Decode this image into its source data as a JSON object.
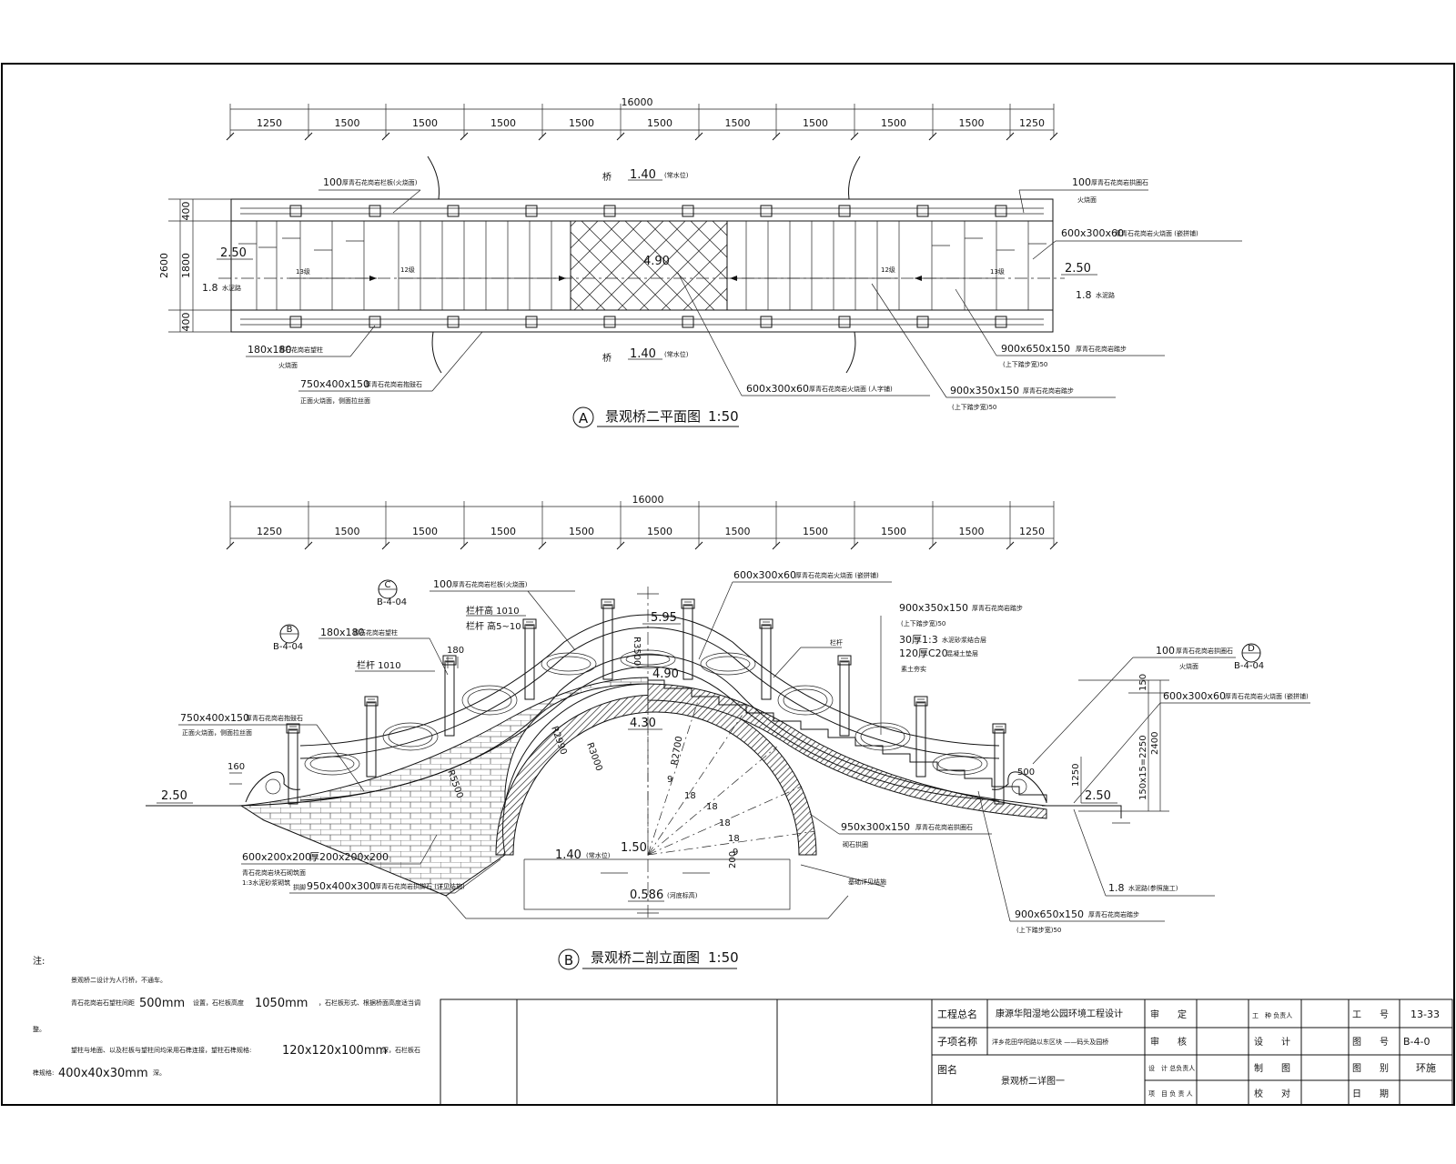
{
  "plan": {
    "overall_dim": "16000",
    "segment_dims": [
      "1250",
      "1500",
      "1500",
      "1500",
      "1500",
      "1500",
      "1500",
      "1500",
      "1500",
      "1500",
      "1250"
    ],
    "width_dims": [
      "400",
      "1800",
      "400"
    ],
    "total_width": "2600",
    "elev_top": "1.40",
    "elev_top_note": "(常水位)",
    "elev_bottom": "1.40",
    "elev_bottom_note": "(常水位)",
    "water_side_top": "桥",
    "water_side_bottom": "桥",
    "elev_left": "2.50",
    "elev_right": "2.50",
    "elev_center": "4.90",
    "left_road": "1.8",
    "left_road_note": "水泥路",
    "right_road": "1.8",
    "right_road_note": "水泥路",
    "steps": [
      "13级",
      "12级",
      "12级",
      "13级"
    ],
    "callouts": {
      "c1": "100",
      "c1_note": "厚青石花岗岩栏板(火烧面)",
      "c2": "100",
      "c2_note": "厚青石花岗岩拱圈石",
      "c2_sub": "火烧面",
      "c3": "600x300x60",
      "c3_note": "厚青石花岗岩火烧面 (嵌拼铺)",
      "c4": "180x180",
      "c4_note": "青石花岗岩望柱",
      "c4_sub": "火烧面",
      "c5": "750x400x150",
      "c5_note": "厚青石花岗岩抱鼓石",
      "c5_sub": "正面火烧面，侧面拉丝面",
      "c6": "900x650x150",
      "c6_note": "厚青石花岗岩踏步",
      "c6_sub": "(上下踏步宽)50",
      "c7": "600x300x60",
      "c7_note": "厚青石花岗岩火烧面 (人字铺)",
      "c8": "900x350x150",
      "c8_note": "厚青石花岗岩踏步",
      "c8_sub": "(上下踏步宽)50"
    },
    "title_letter": "A",
    "title": "景观桥二平面图",
    "scale": "1:50"
  },
  "elevation": {
    "overall_dim": "16000",
    "segment_dims": [
      "1250",
      "1500",
      "1500",
      "1500",
      "1500",
      "1500",
      "1500",
      "1500",
      "1500",
      "1500",
      "1250"
    ],
    "ref_c": "C",
    "ref_c_sheet": "B-4-04",
    "ref_b": "B",
    "ref_b_sheet": "B-4-04",
    "ref_d": "D",
    "ref_d_sheet": "B-4-04",
    "elev_top": "5.95",
    "elev_deck": "4.90",
    "elev_arch": "4.30",
    "elev_left": "2.50",
    "elev_right": "2.50",
    "elev_water": "1.40",
    "elev_water_note": "(常水位)",
    "elev_center": "1.50",
    "elev_bottom": "0.586",
    "elev_bottom_note": "(河底标高)",
    "radii": [
      "R3500",
      "R3000",
      "R2700",
      "R2990",
      "R5500",
      "R3000"
    ],
    "arch_segments": [
      "9",
      "18",
      "18",
      "18",
      "18",
      "9"
    ],
    "dims_right": [
      "150",
      "150x15=2250",
      "2400",
      "1250",
      "500"
    ],
    "dim_post": "180",
    "dim_drum": "160",
    "dim_200": "200",
    "callouts": {
      "c1": "100",
      "c1_note": "厚青石花岗岩栏板(火烧面)",
      "c2": "600x300x60",
      "c2_note": "厚青石花岗岩火烧面 (嵌拼铺)",
      "c3": "180x180",
      "c3_note": "青石花岗岩望柱",
      "c4_a": "栏杆高 1010",
      "c4_b": "栏杆 高5~10",
      "c5": "栏杆 1010",
      "c6": "750x400x150",
      "c6_note": "厚青石花岗岩抱鼓石",
      "c6_sub": "正面火烧面，侧面拉丝面",
      "c7": "900x350x150",
      "c7_note": "厚青石花岗岩踏步",
      "c7_sub": "(上下踏步宽)50",
      "c8": "30厚1:3",
      "c8_note": "水泥砂浆结合层",
      "c9": "120厚C20",
      "c9_note": "混凝土垫层",
      "c9_sub": "素土夯实",
      "c10": "栏杆",
      "c11": "100",
      "c11_note": "厚青石花岗岩拱圈石",
      "c11_sub": "火烧面",
      "c12": "600x300x60",
      "c12_note": "厚青石花岗岩火烧面 (嵌拼铺)",
      "c13": "950x300x150",
      "c13_note": "厚青石花岗岩拱圈石",
      "c13_sub": "砌石拱圈",
      "c14": "基础详见结施",
      "c15": "1.8",
      "c15_note": "水泥路(参照施工)",
      "c16": "900x650x150",
      "c16_note": "厚青石花岗岩踏步",
      "c16_sub": "(上下踏步宽)50",
      "c17": "600x200x200",
      "c17_mid": "厚200x200x200",
      "c17_note": "青石花岗岩块石砌筑面",
      "c17_sub": "1:3水泥砂浆砌筑",
      "c18": "950x400x300",
      "c18_pre": "拱脚",
      "c18_note": "厚青石花岗岩拱脚石 (详见结施)"
    },
    "title_letter": "B",
    "title": "景观桥二剖立面图",
    "scale": "1:50"
  },
  "notes": {
    "heading": "注:",
    "line1": "景观桥二设计为人行桥，不通车。",
    "line2_a": "青石花岗岩石望柱间距",
    "line2_b": "500mm",
    "line2_c": "设置，石栏板高度",
    "line2_d": "1050mm",
    "line2_e": "，石栏板形式、根据桥面高度适当调",
    "line3": "整。",
    "line4_a": "望柱与地面、以及栏板与望柱间均采用石榫连接，望柱石榫规格:",
    "line4_b": "120x120x100mm",
    "line4_c": "深，石栏板石",
    "line5_a": "榫规格:",
    "line5_b": "400x40x30mm",
    "line5_c": "深。"
  },
  "title_block": {
    "project_label": "工程总名",
    "project_value": "康源华阳湿地公园环境工程设计",
    "sub_label": "子项名称",
    "sub_value": "洋乡花田华阳路以东区块 ——码头及园桥",
    "drawing_label": "图名",
    "drawing_value": "景观桥二详图一",
    "approve": "审　　定",
    "review": "审　　核",
    "design_lead": "设　计 总负责人",
    "project_lead": "项　目 负 责 人",
    "discipline_lead": "工　种 负责人",
    "design": "设　　计",
    "draw": "制　　图",
    "check": "校　　对",
    "job_no_label": "工　　号",
    "job_no": "13-33",
    "sheet_no_label": "图　　号",
    "sheet_no": "B-4-0",
    "category_label": "图　　别",
    "category": "环施",
    "date_label": "日　　期",
    "date": ""
  }
}
